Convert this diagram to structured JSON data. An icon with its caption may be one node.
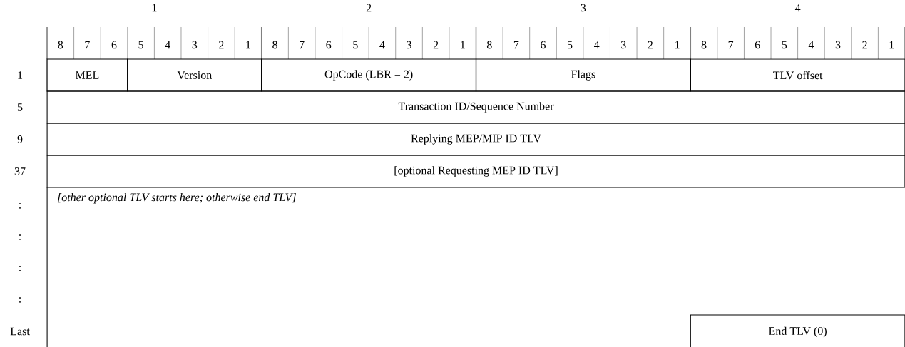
{
  "diagram": {
    "nodes": [
      {
        "text": [
          "MEL"
        ]
      },
      {
        "text": [
          "Version"
        ]
      },
      {
        "text": [
          "OpCode (LBR = 2)"
        ]
      },
      {
        "text": [
          "Flags"
        ]
      },
      {
        "text": [
          "TLV offset"
        ]
      },
      {
        "text": [
          "Transaction ID/Sequence Number"
        ]
      },
      {
        "text": [
          "Replying MEP/MIP ID TLV"
        ]
      },
      {
        "text": [
          "[optional Requesting MEP ID TLV]"
        ]
      },
      {
        "text": [
          "[other optional TLV starts here; otherwise end TLV]"
        ]
      },
      {
        "text": [
          "End TLV (0)"
        ]
      }
    ],
    "edges": [],
    "labels": [
      "1",
      "2",
      "3",
      "4",
      "8",
      "7",
      "6",
      "5",
      "4",
      "3",
      "2",
      "1",
      "8",
      "7",
      "6",
      "5",
      "4",
      "3",
      "2",
      "1",
      "8",
      "7",
      "6",
      "5",
      "4",
      "3",
      "2",
      "1",
      "8",
      "7",
      "6",
      "5",
      "4",
      "3",
      "2",
      "1",
      "1",
      "5",
      "9",
      "37",
      ":",
      ":",
      ":",
      ":",
      "Last"
    ]
  }
}
